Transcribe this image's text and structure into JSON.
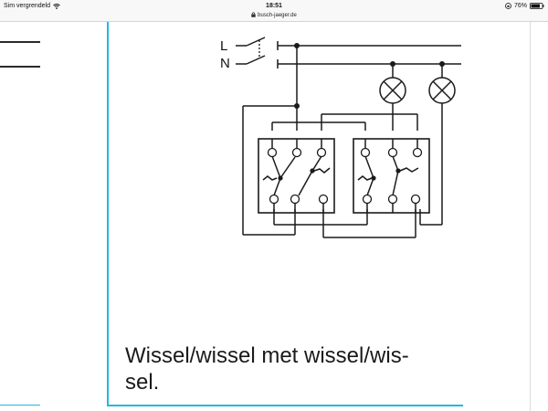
{
  "status_bar": {
    "carrier": "Sim vergrendeld",
    "time": "18:51",
    "url": "busch-jaeger.de",
    "battery": "76%"
  },
  "diagram": {
    "labels": {
      "live": "L",
      "neutral": "N"
    }
  },
  "caption": {
    "line1": "Wissel/wissel met wissel/wis-",
    "line2": "sel."
  },
  "colors": {
    "accent_line": "#22b8e0",
    "wire": "#1a1a1a"
  }
}
